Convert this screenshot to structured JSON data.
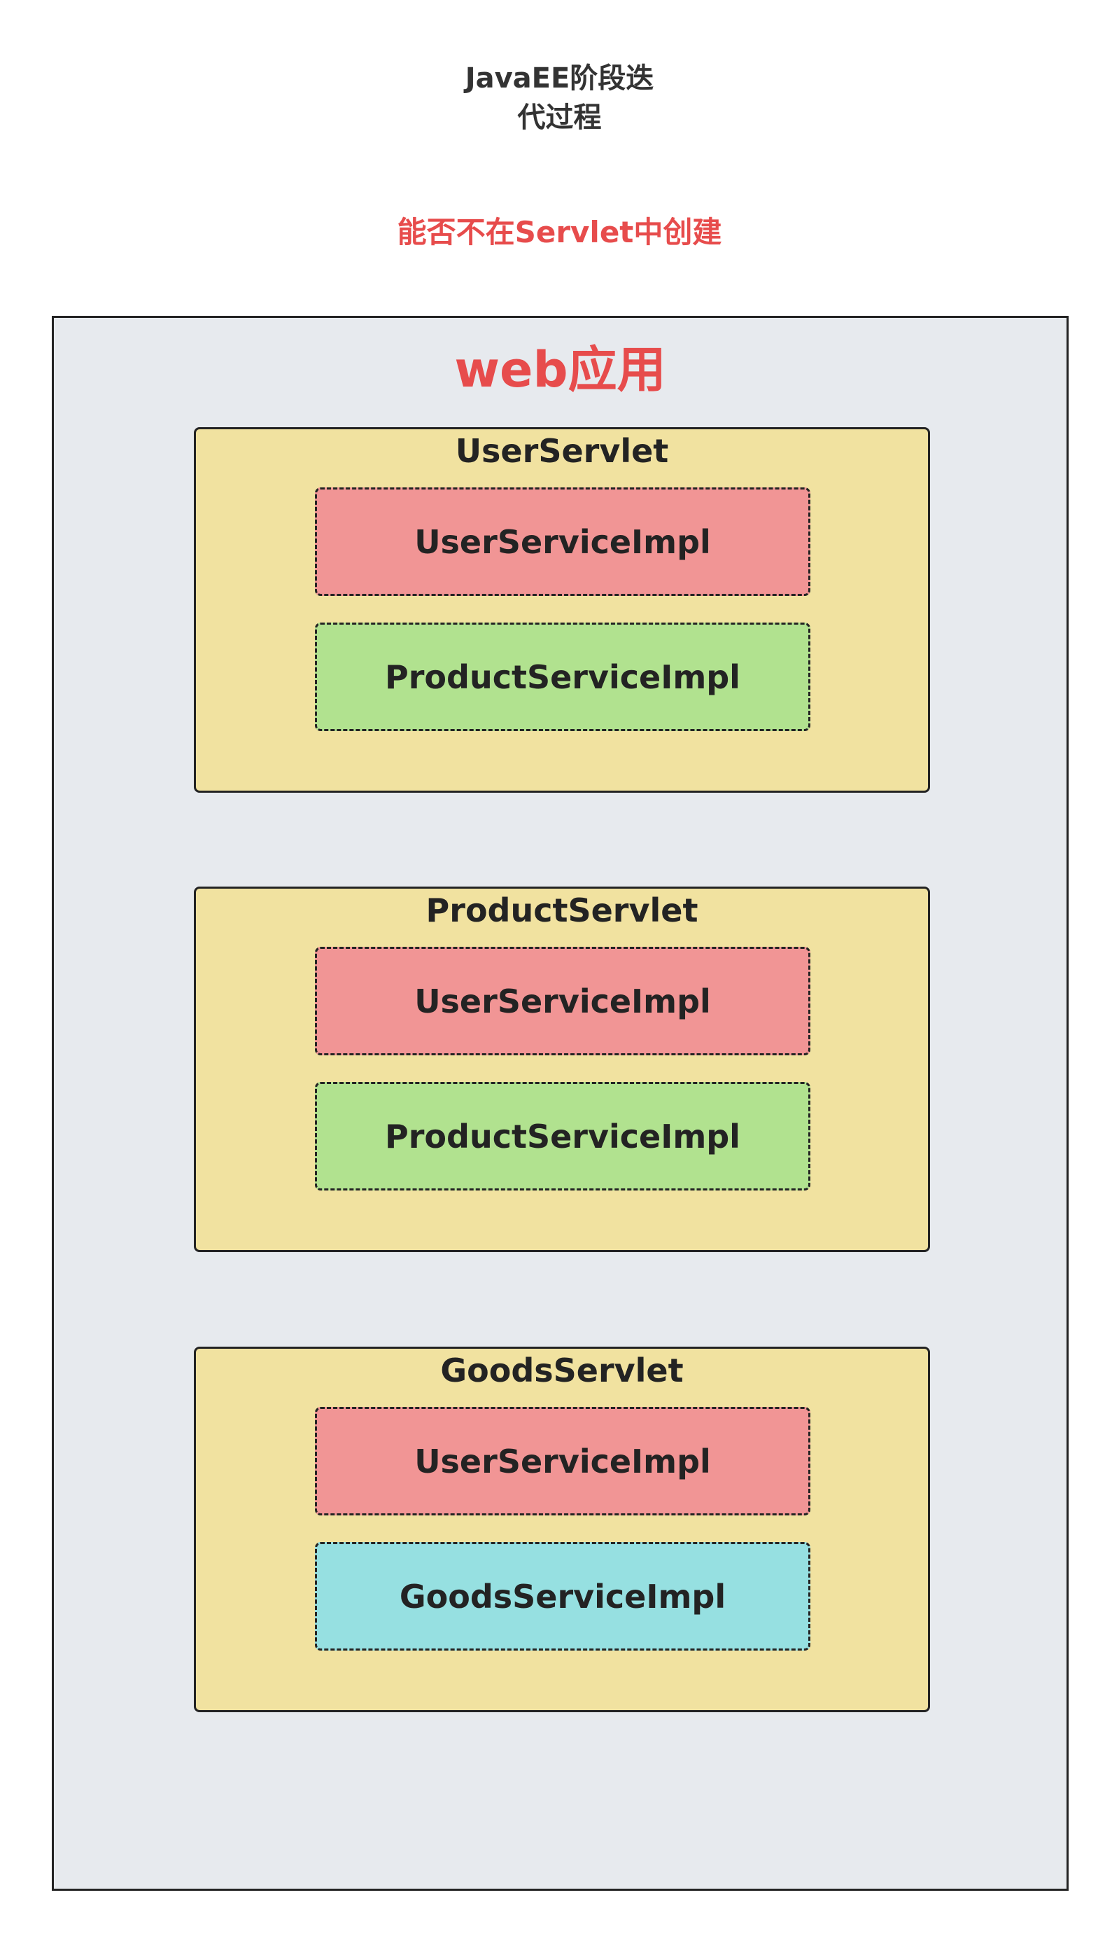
{
  "title_line1": "JavaEE阶段迭",
  "title_line2": "代过程",
  "question": "能否不在Servlet中创建",
  "webapp": {
    "title": "web应用",
    "servlets": [
      {
        "name": "UserServlet",
        "services": [
          "UserServiceImpl",
          "ProductServiceImpl"
        ]
      },
      {
        "name": "ProductServlet",
        "services": [
          "UserServiceImpl",
          "ProductServiceImpl"
        ]
      },
      {
        "name": "GoodsServlet",
        "services": [
          "UserServiceImpl",
          "GoodsServiceImpl"
        ]
      }
    ]
  },
  "colors": {
    "servlet_fill": "#f1e2a0",
    "user_service_fill": "#f19595",
    "product_service_fill": "#b1e28f",
    "goods_service_fill": "#96e0e1",
    "webapp_fill": "#e7eaee",
    "accent_red": "#e74c4c"
  }
}
